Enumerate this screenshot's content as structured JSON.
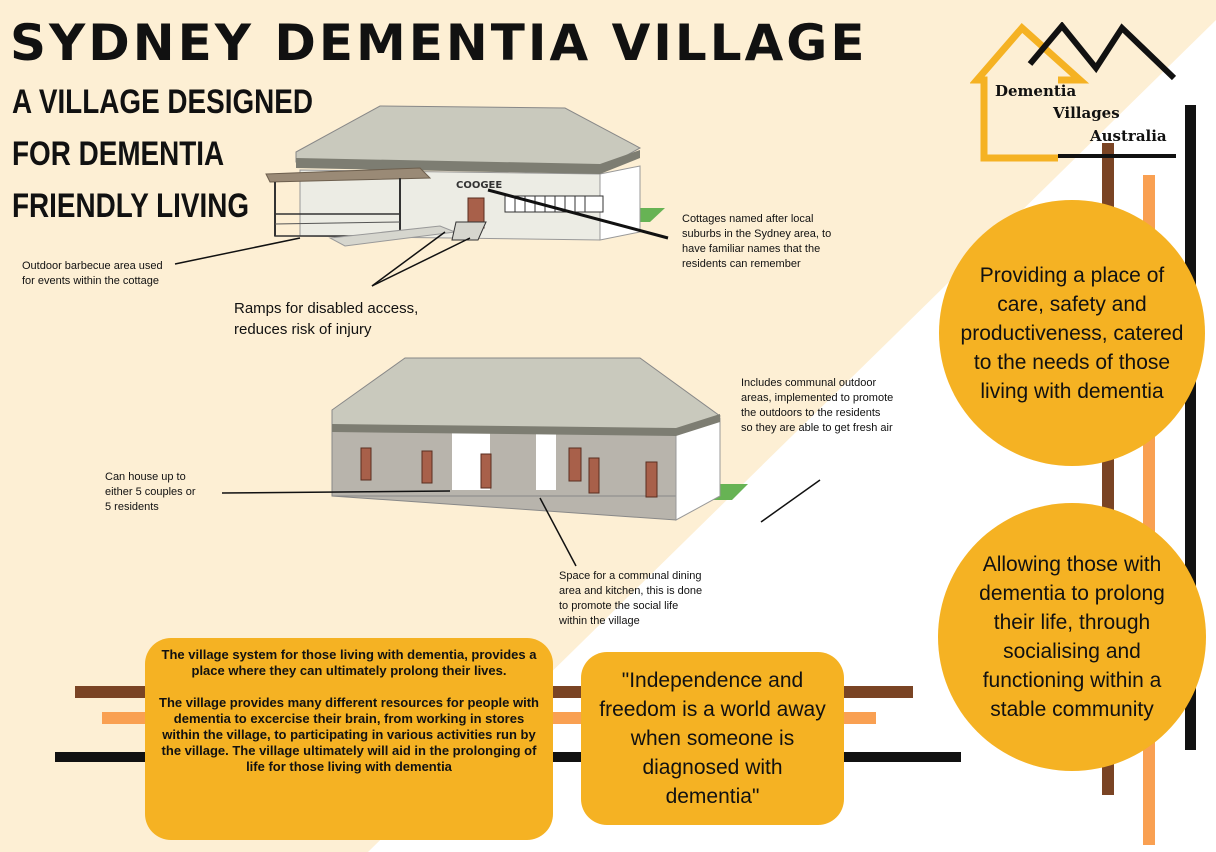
{
  "header": {
    "title": "SYDNEY DEMENTIA VILLAGE",
    "subtitle_line1": "A VILLAGE DESIGNED",
    "subtitle_line2": "FOR DEMENTIA",
    "subtitle_line3": "FRIENDLY LIVING"
  },
  "logo": {
    "line1": "Dementia",
    "line2": "Villages",
    "line3": "Australia"
  },
  "top_building": {
    "sign": "COOGEE",
    "annotations": {
      "bbq_line1": "Outdoor barbecue area used",
      "bbq_line2": "for events within the cottage",
      "ramps_line1": "Ramps for disabled access,",
      "ramps_line2": "reduces risk of injury",
      "cottages_line1": "Cottages named after local",
      "cottages_line2": "suburbs in the Sydney area, to",
      "cottages_line3": "have familiar names that the",
      "cottages_line4": "residents can remember"
    }
  },
  "bottom_building": {
    "annotations": {
      "outdoor_line1": "Includes communal outdoor",
      "outdoor_line2": "areas, implemented to promote",
      "outdoor_line3": "the outdoors to the residents",
      "outdoor_line4": "so they are able to get fresh air",
      "house_line1": "Can house up to",
      "house_line2": "either 5 couples or",
      "house_line3": "5 residents",
      "dining_line1": "Space for a communal dining",
      "dining_line2": "area and kitchen, this is done",
      "dining_line3": "to promote the social life",
      "dining_line4": "within the village"
    }
  },
  "circles": {
    "top": "Providing a place of care, safety and productiveness, catered to the needs of those living with dementia",
    "bottom": "Allowing those with dementia to prolong their life, through socialising and functioning within a stable community"
  },
  "info_box": {
    "para1": "The village system for those living with dementia, provides a place where they can ultimately prolong their lives.",
    "para2": "The village provides many different resources for people with dementia to excercise their brain, from working in stores within the village, to participating in various activities run by the  village. The village ultimately will aid in the prolonging of life for those living with dementia"
  },
  "quote": {
    "text": "\"Independence and freedom is a world away when someone is diagnosed with dementia\""
  },
  "colors": {
    "cream": "#fdefd4",
    "gold": "#f5b223",
    "brown": "#7a4424",
    "orange": "#f9a052",
    "black": "#111111",
    "roof": "#c9c9bd",
    "wall": "#ecece4",
    "interior": "#b8b4ac",
    "door": "#a8604a",
    "grass": "#67b354"
  }
}
